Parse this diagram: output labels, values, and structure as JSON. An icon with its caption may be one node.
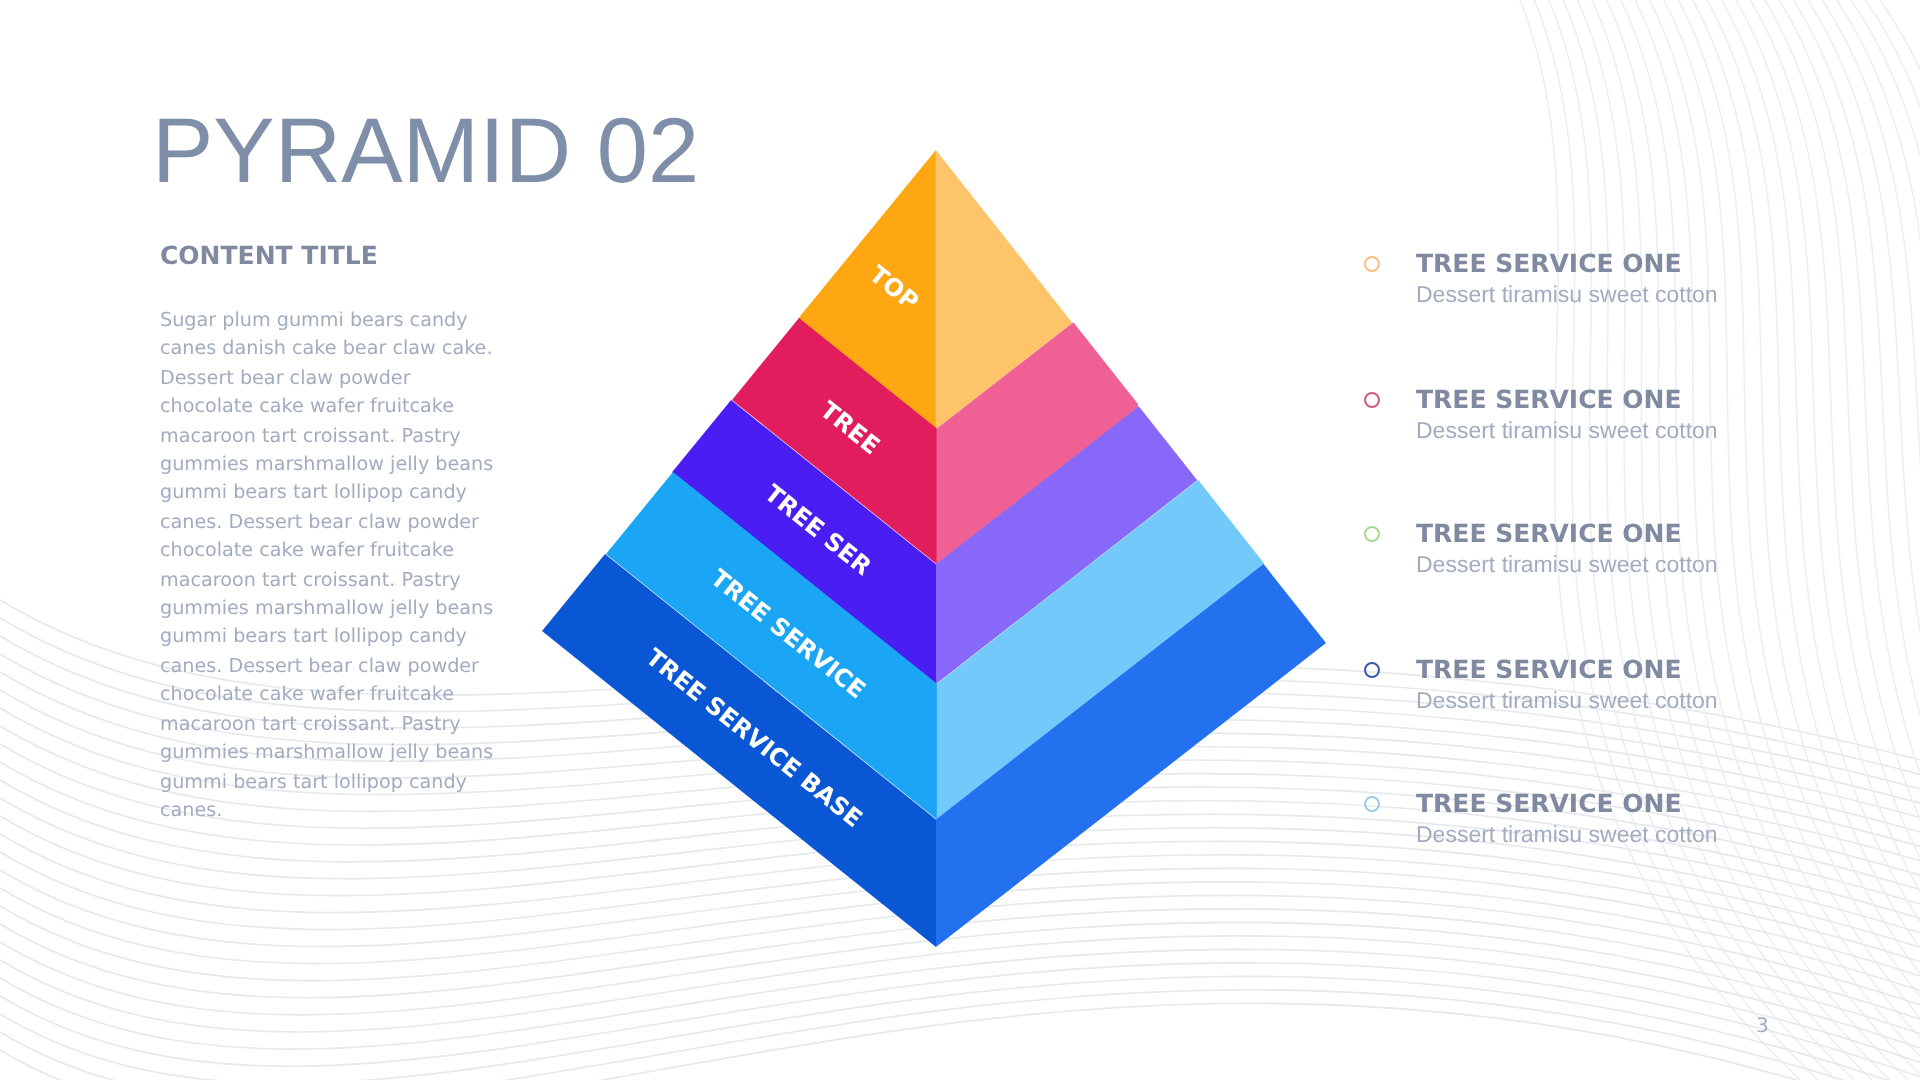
{
  "diagram": {
    "title": "PYRAMID 02",
    "nodes": [
      {
        "text": [
          "TOP"
        ]
      },
      {
        "text": [
          "TREE"
        ]
      },
      {
        "text": [
          "TREE SER"
        ]
      },
      {
        "text": [
          "TREE SERVICE"
        ]
      },
      {
        "text": [
          "TREE SERVICE BASE"
        ]
      }
    ],
    "edges": [],
    "labels": [
      "CONTENT TITLE",
      "Sugar plum gummi bears candy canes danish cake bear claw cake. Dessert bear claw powder chocolate cake wafer fruitcake macaroon tart croissant. Pastry gummies marshmallow jelly beans gummi bears tart lollipop candy canes. Dessert bear claw powder chocolate cake wafer fruitcake macaroon tart croissant. Pastry gummies marshmallow jelly beans gummi bears tart lollipop candy canes. Dessert bear claw powder chocolate cake wafer fruitcake macaroon tart croissant. Pastry gummies marshmallow jelly beans gummi bears tart lollipop candy canes.",
      "TREE SERVICE ONE",
      "Dessert tiramisu sweet cotton",
      "TREE SERVICE ONE",
      "Dessert tiramisu sweet cotton",
      "TREE SERVICE ONE",
      "Dessert tiramisu sweet cotton",
      "TREE SERVICE ONE",
      "Dessert tiramisu sweet cotton",
      "TREE SERVICE ONE",
      "Dessert tiramisu sweet cotton",
      "3"
    ]
  }
}
